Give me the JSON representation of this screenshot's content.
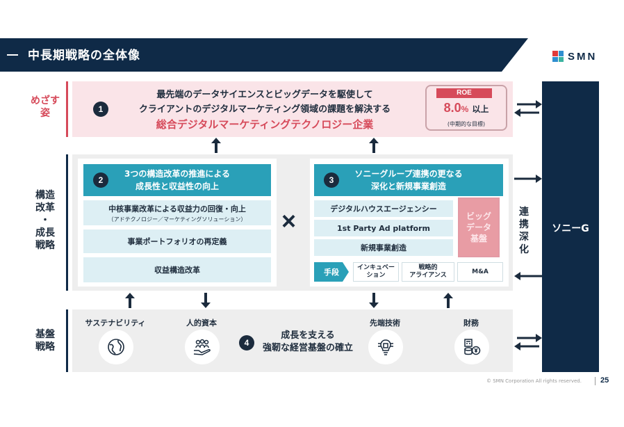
{
  "header": {
    "title": "中長期戦略の全体像"
  },
  "logo": {
    "text": "SMN"
  },
  "left_labels": {
    "vision": "めざす\n姿",
    "structural": "構造\n改革\n・\n成長\n戦略",
    "foundation": "基盤\n戦略"
  },
  "section1": {
    "number": "1",
    "line1": "最先端のデータサイエンスとビッグデータを駆使して",
    "line2": "クライアントのデジタルマーケティング領域の課題を解決する",
    "line3": "総合デジタルマーケティングテクノロジー企業",
    "roe_label": "ROE",
    "roe_value": "8.0",
    "roe_unit": "%",
    "roe_above": "以上",
    "roe_note": "(中期的な目標)"
  },
  "section2": {
    "number": "2",
    "title_line1": "3つの構造改革の推進による",
    "title_line2": "成長性と収益性の向上",
    "items": [
      {
        "label": "中核事業改革による収益力の回復・向上",
        "sub": "（アドテクノロジー／マーケティングソリューション）"
      },
      {
        "label": "事業ポートフォリオの再定義",
        "sub": ""
      },
      {
        "label": "収益構造改革",
        "sub": ""
      }
    ]
  },
  "times_symbol": "×",
  "section3": {
    "number": "3",
    "title_line1": "ソニーグループ連携の更なる",
    "title_line2": "深化と新規事業創造",
    "items": [
      "デジタルハウスエージェンシー",
      "1st Party Ad platform",
      "新規事業創造"
    ],
    "bigdata": "ビッグ\nデータ\n基盤",
    "means_label": "手段",
    "means": [
      "インキュベー\nション",
      "戦略的\nアライアンス",
      "M&A"
    ]
  },
  "section4": {
    "number": "4",
    "title_line1": "成長を支える",
    "title_line2": "強靭な経営基盤の確立",
    "pillars": [
      {
        "label": "サステナビリティ",
        "icon": "globe-leaf-icon"
      },
      {
        "label": "人的資本",
        "icon": "people-hand-icon"
      },
      {
        "label": "先端技術",
        "icon": "chip-bulb-icon"
      },
      {
        "label": "財務",
        "icon": "coins-yen-icon"
      }
    ]
  },
  "sony": {
    "label": "ソニーG",
    "link_label": "連\n携\n深\n化"
  },
  "footer": {
    "copyright": "© SMN Corporation All rights reserved.",
    "page": "25"
  },
  "colors": {
    "navy": "#0f2a47",
    "teal": "#2aa0b8",
    "pink": "#d64a5a",
    "pink_bg": "#fae4e8"
  }
}
